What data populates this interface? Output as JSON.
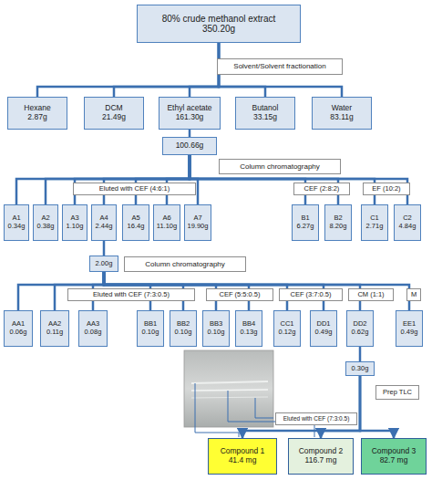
{
  "diagram": {
    "nodes": [
      {
        "text": [
          "80% crude methanol extract",
          "350.20g"
        ]
      },
      {
        "text": [
          "Solvent/Solvent fractionation"
        ]
      },
      {
        "text": [
          "Hexane",
          "2.87g"
        ]
      },
      {
        "text": [
          "DCM",
          "21.49g"
        ]
      },
      {
        "text": [
          "Ethyl acetate",
          "161.30g"
        ]
      },
      {
        "text": [
          "Butanol",
          "33.15g"
        ]
      },
      {
        "text": [
          "Water",
          "83.11g"
        ]
      },
      {
        "text": [
          "100.66g"
        ]
      },
      {
        "text": [
          "Column chromatography"
        ]
      },
      {
        "text": [
          "Eluted with CEF (4:6:1)"
        ]
      },
      {
        "text": [
          "CEF (2:8:2)"
        ]
      },
      {
        "text": [
          "EF (10:2)"
        ]
      },
      {
        "text": [
          "A1",
          "0.34g"
        ]
      },
      {
        "text": [
          "A2",
          "0.38g"
        ]
      },
      {
        "text": [
          "A3",
          "1.10g"
        ]
      },
      {
        "text": [
          "A4",
          "2.44g"
        ]
      },
      {
        "text": [
          "A5",
          "16.4g"
        ]
      },
      {
        "text": [
          "A6",
          "11.10g"
        ]
      },
      {
        "text": [
          "A7",
          "19.90g"
        ]
      },
      {
        "text": [
          "B1",
          "6.27g"
        ]
      },
      {
        "text": [
          "B2",
          "8.20g"
        ]
      },
      {
        "text": [
          "C1",
          "2.71g"
        ]
      },
      {
        "text": [
          "C2",
          "4.84g"
        ]
      },
      {
        "text": [
          "2.00g"
        ]
      },
      {
        "text": [
          "Column chromatography"
        ]
      },
      {
        "text": [
          "Eluted with CEF (7:3:0.5)"
        ]
      },
      {
        "text": [
          "CEF (5:5:0.5)"
        ]
      },
      {
        "text": [
          "CEF (3:7:0.5)"
        ]
      },
      {
        "text": [
          "CM (1:1)"
        ]
      },
      {
        "text": [
          "M"
        ]
      },
      {
        "text": [
          "AA1",
          "0.06g"
        ]
      },
      {
        "text": [
          "AA2",
          "0.11g"
        ]
      },
      {
        "text": [
          "AA3",
          "0.08g"
        ]
      },
      {
        "text": [
          "BB1",
          "0.10g"
        ]
      },
      {
        "text": [
          "BB2",
          "0.10g"
        ]
      },
      {
        "text": [
          "BB3",
          "0.10g"
        ]
      },
      {
        "text": [
          "BB4",
          "0.13g"
        ]
      },
      {
        "text": [
          "CC1",
          "0.12g"
        ]
      },
      {
        "text": [
          "DD1",
          "0.49g"
        ]
      },
      {
        "text": [
          "DD2",
          "0.62g"
        ]
      },
      {
        "text": [
          "EE1",
          "0.49g"
        ]
      },
      {
        "text": [
          "0.30g"
        ]
      },
      {
        "text": [
          "Prep TLC"
        ]
      },
      {
        "text": [
          "Eluted with CEF (7:3:0.5)"
        ]
      },
      {
        "text": [
          "Compound 1",
          "41.4 mg"
        ]
      },
      {
        "text": [
          "Compound 2",
          "116.7 mg"
        ]
      },
      {
        "text": [
          "Compound 3",
          "82.7 mg"
        ]
      }
    ],
    "edges": [
      {
        "from": 0,
        "to": 2,
        "arrow": "none"
      },
      {
        "from": 0,
        "to": 3,
        "arrow": "none"
      },
      {
        "from": 0,
        "to": 4,
        "arrow": "none"
      },
      {
        "from": 0,
        "to": 5,
        "arrow": "none"
      },
      {
        "from": 0,
        "to": 6,
        "arrow": "none"
      },
      {
        "from": 4,
        "to": 7,
        "arrow": "none"
      },
      {
        "from": 7,
        "to": 12,
        "arrow": "none"
      },
      {
        "from": 7,
        "to": 13,
        "arrow": "none"
      },
      {
        "from": 7,
        "to": 14,
        "arrow": "none"
      },
      {
        "from": 7,
        "to": 15,
        "arrow": "none"
      },
      {
        "from": 7,
        "to": 16,
        "arrow": "none"
      },
      {
        "from": 7,
        "to": 17,
        "arrow": "none"
      },
      {
        "from": 7,
        "to": 18,
        "arrow": "none"
      },
      {
        "from": 7,
        "to": 19,
        "arrow": "none"
      },
      {
        "from": 7,
        "to": 20,
        "arrow": "none"
      },
      {
        "from": 7,
        "to": 21,
        "arrow": "none"
      },
      {
        "from": 7,
        "to": 22,
        "arrow": "none"
      },
      {
        "from": 15,
        "to": 23,
        "arrow": "none"
      },
      {
        "from": 23,
        "to": 30,
        "arrow": "none"
      },
      {
        "from": 23,
        "to": 31,
        "arrow": "none"
      },
      {
        "from": 23,
        "to": 32,
        "arrow": "none"
      },
      {
        "from": 23,
        "to": 33,
        "arrow": "none"
      },
      {
        "from": 23,
        "to": 34,
        "arrow": "none"
      },
      {
        "from": 23,
        "to": 35,
        "arrow": "none"
      },
      {
        "from": 23,
        "to": 36,
        "arrow": "none"
      },
      {
        "from": 23,
        "to": 37,
        "arrow": "none"
      },
      {
        "from": 23,
        "to": 38,
        "arrow": "none"
      },
      {
        "from": 23,
        "to": 39,
        "arrow": "none"
      },
      {
        "from": 23,
        "to": 40,
        "arrow": "none"
      },
      {
        "from": 39,
        "to": 41,
        "arrow": "none"
      },
      {
        "from": 41,
        "to": 44,
        "arrow": "to"
      },
      {
        "from": 41,
        "to": 45,
        "arrow": "to"
      },
      {
        "from": 41,
        "to": 46,
        "arrow": "to"
      }
    ]
  }
}
